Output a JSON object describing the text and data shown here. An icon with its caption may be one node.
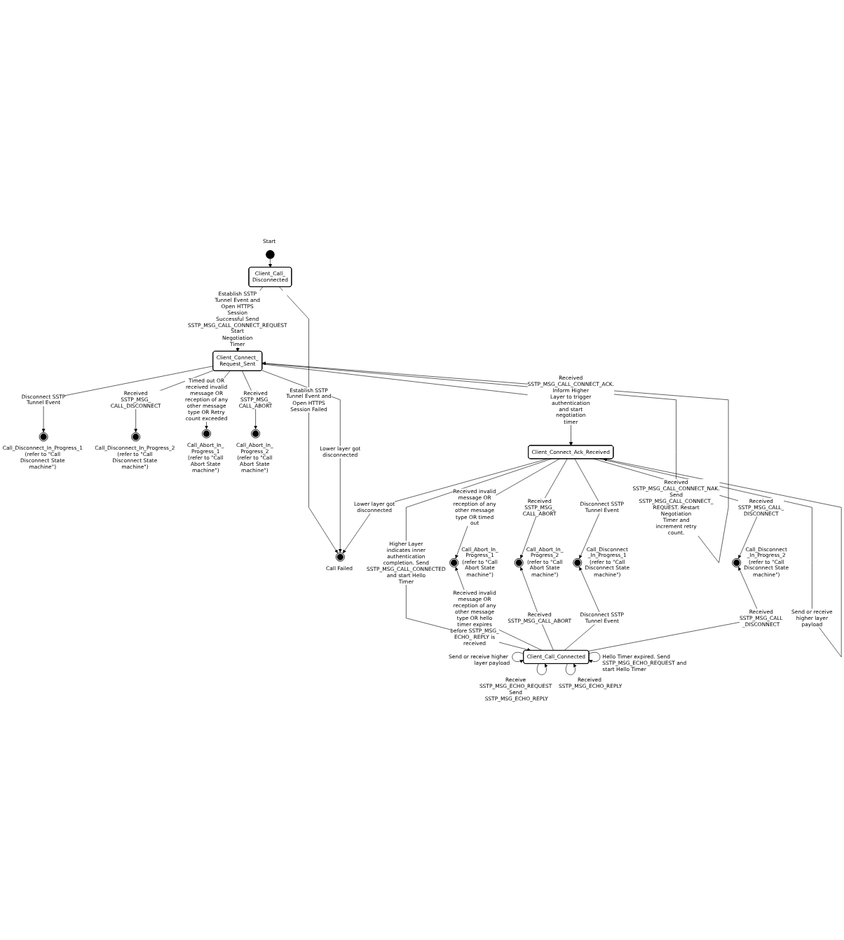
{
  "diagram": {
    "nodes": [
      {
        "text": [],
        "shape": "circle",
        "beside": [
          "Start"
        ]
      },
      {
        "text": [],
        "shape": "circle",
        "beside": [
          "Call_Disconnect_In_Progress_1 (refer to \"Call Disconnect State machine\")"
        ]
      },
      {
        "text": [],
        "shape": "circle",
        "beside": [
          "Call_Disconnect_In_Progress_2 (refer to \"Call Disconnect State machine\")"
        ]
      },
      {
        "text": [
          "Client_Call_ Disconnected"
        ]
      },
      {
        "text": [
          "Client_Connect_ Request_Sent"
        ]
      },
      {
        "text": [],
        "shape": "circle",
        "beside": [
          "Call Failed"
        ]
      },
      {
        "text": [],
        "shape": "circle",
        "beside": [
          "Call_Abort_In_ Progress_1 (refer to \"Call Abort State machine\")"
        ]
      },
      {
        "text": [],
        "shape": "circle",
        "beside": [
          "Call_Abort_In_ Progress_2 (refer to \"Call Abort State machine\")"
        ]
      },
      {
        "text": [
          "Client_Connect_Ack_Received"
        ]
      },
      {
        "text": [],
        "shape": "circle",
        "beside": [
          "Call_Abort_In_ Progress_1 (refer to \"Call Abort State machine\")"
        ]
      },
      {
        "text": [],
        "shape": "circle",
        "beside": [
          "Call_Abort_In_ Progress_2 (refer to \"Call Abort State machine\")"
        ]
      },
      {
        "text": [],
        "shape": "circle",
        "beside": [
          "Call_Disconnect _In_Progress_1 (refer to \"Call Disconnect State machine\")"
        ]
      },
      {
        "text": [],
        "shape": "circle",
        "beside": [
          "Call_Disconnect _In_Progress_2 (refer to \"Call Disconnect State machine\")"
        ]
      },
      {
        "text": [
          "Client_Call_Connected"
        ]
      }
    ],
    "edges": [
      {
        "from": 0,
        "to": 3,
        "arrow": "to"
      },
      {
        "from": 3,
        "to": 4,
        "arrow": "to",
        "label": "Establish SSTP Tunnel Event and Open HTTPS Session Successful Send SSTP_MSG_CALL_CONNECT_REQUEST Start Negotiation Timer"
      },
      {
        "from": 3,
        "to": 5,
        "arrow": "to",
        "label": "Establish SSTP Tunnel Event and Open HTTPS Session Failed"
      },
      {
        "from": 4,
        "to": 1,
        "arrow": "to",
        "label": "Disconnect SSTP Tunnel Event"
      },
      {
        "from": 4,
        "to": 2,
        "arrow": "to",
        "label": "Received SSTP_MSG_ CALL_DISCONNECT"
      },
      {
        "from": 4,
        "to": 4,
        "arrow": "to",
        "label": "Received SSTP_MSG_CALL_CONNECT_NAK. Send SSTP_MSG_CALL_CONNECT_ REQUEST. Restart Negotiation Timer and increment retry count."
      },
      {
        "from": 4,
        "to": 5,
        "arrow": "to",
        "label": "Lower layer got disconnected"
      },
      {
        "from": 4,
        "to": 6,
        "arrow": "to",
        "label": "Timed out OR received invalid message OR reception of any other message type OR Retry count exceeded"
      },
      {
        "from": 4,
        "to": 7,
        "arrow": "to",
        "label": "Received SSTP_MSG_ CALL_ABORT"
      },
      {
        "from": 4,
        "to": 8,
        "arrow": "to",
        "label": "Received SSTP_MSG_CALL_CONNECT_ACK. Inform Higher Layer to trigger authentication and start negotiation timer"
      },
      {
        "from": 8,
        "to": 8,
        "arrow": "to",
        "label": "Send or receive higher layer payload"
      },
      {
        "from": 8,
        "to": 5,
        "arrow": "to",
        "label": "Lower layer got disconnected"
      },
      {
        "from": 8,
        "to": 9,
        "arrow": "to",
        "label": "Received invalid message OR reception of any other message type OR timed out"
      },
      {
        "from": 8,
        "to": 10,
        "arrow": "to",
        "label": "Received SSTP_MSG_ CALL_ABORT"
      },
      {
        "from": 8,
        "to": 11,
        "arrow": "to",
        "label": "Disconnect SSTP Tunnel Event"
      },
      {
        "from": 8,
        "to": 12,
        "arrow": "to",
        "label": "Received SSTP_MSG_CALL_ DISCONNECT"
      },
      {
        "from": 8,
        "to": 13,
        "arrow": "to",
        "label": "Higher Layer indicates inner authentication completion. Send SSTP_MSG_CALL_CONNECTED and start Hello Timer"
      },
      {
        "from": 13,
        "to": 9,
        "arrow": "to",
        "label": "Received invalid message OR reception of any other message type OR hello timer expires before SSTP_MSG_ ECHO_ REPLY is received"
      },
      {
        "from": 13,
        "to": 10,
        "arrow": "to",
        "label": "Received SSTP_MSG_CALL_ABORT"
      },
      {
        "from": 13,
        "to": 11,
        "arrow": "to",
        "label": "Disconnect SSTP Tunnel Event"
      },
      {
        "from": 13,
        "to": 12,
        "arrow": "to",
        "label": "Received SSTP_MSG_CALL _DISCONNECT"
      },
      {
        "from": 13,
        "to": 13,
        "arrow": "to",
        "label": "Send or receive higher layer payload"
      },
      {
        "from": 13,
        "to": 13,
        "arrow": "to",
        "label": "Receive SSTP_MSG_ECHO_REQUEST Send SSTP_MSG_ECHO_REPLY"
      },
      {
        "from": 13,
        "to": 13,
        "arrow": "to",
        "label": "Received SSTP_MSG_ECHO_REPLY"
      },
      {
        "from": 13,
        "to": 13,
        "arrow": "to",
        "label": "Hello Timer expired. Send SSTP_MSG_ECHO_REQUEST and start Hello Timer"
      }
    ]
  }
}
